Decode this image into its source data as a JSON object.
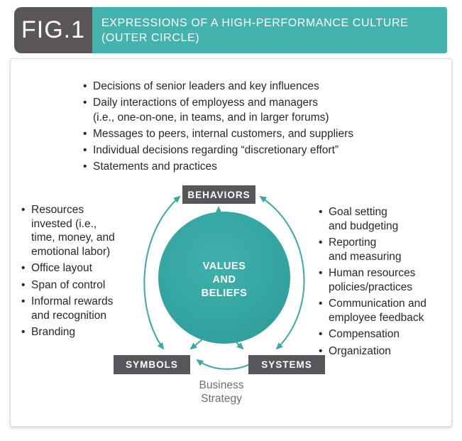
{
  "header": {
    "fig_label": "FIG.1",
    "title_lines": [
      "EXPRESSIONS OF A HIGH-PERFORMANCE CULTURE",
      "(OUTER CIRCLE)"
    ]
  },
  "top_list": {
    "items": [
      [
        "Decisions of senior leaders and key influences"
      ],
      [
        "Daily interactions of employess and managers",
        "(i.e., one-on-one, in teams, and in larger forums)"
      ],
      [
        "Messages to peers, internal customers, and suppliers"
      ],
      [
        "Individual decisions regarding “discretionary effort”"
      ],
      [
        "Statements and practices"
      ]
    ]
  },
  "left_list": {
    "items": [
      [
        "Resources",
        "invested (i.e.,",
        "time, money, and",
        "emotional labor)"
      ],
      [
        "Office layout"
      ],
      [
        "Span of control"
      ],
      [
        "Informal rewards",
        "and recognition"
      ],
      [
        "Branding"
      ]
    ]
  },
  "right_list": {
    "items": [
      [
        "Goal setting",
        "and budgeting"
      ],
      [
        "Reporting",
        "and measuring"
      ],
      [
        "Human resources",
        "policies/practices"
      ],
      [
        "Communication and",
        "employee feedback"
      ],
      [
        "Compensation"
      ],
      [
        "Organization"
      ]
    ]
  },
  "diagram": {
    "center_circle_lines": [
      "VALUES",
      "AND",
      "BELIEFS"
    ],
    "nodes": {
      "top": "BEHAVIORS",
      "bottom_left": "SYMBOLS",
      "bottom_right": "SYSTEMS"
    },
    "caption_lines": [
      "Business",
      "Strategy"
    ]
  },
  "colors": {
    "teal": "#45b3ad",
    "fig_gray": "#5a5657",
    "box_gray": "#56575b",
    "circle_fill": "#35a7a2",
    "circle_light": "#3fb0ab",
    "circle_dark": "#2f9d98",
    "arrow": "#3aa8a4",
    "text": "#29262a",
    "caption_gray": "#6d6e71",
    "card_border": "#d9d9d9"
  }
}
